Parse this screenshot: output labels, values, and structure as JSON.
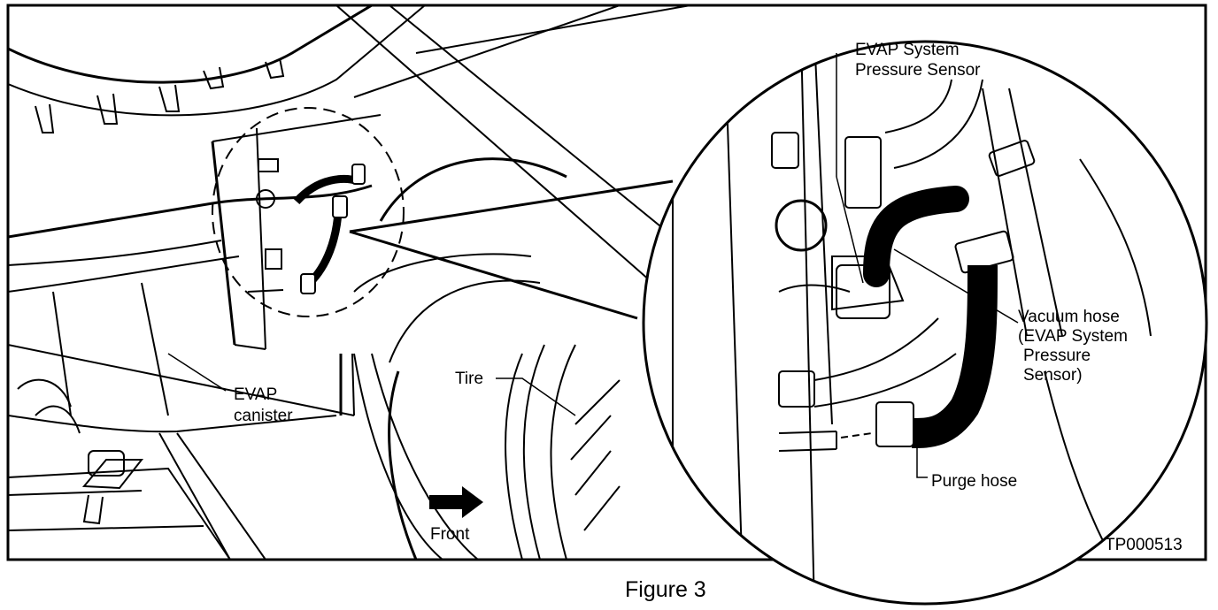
{
  "labels": {
    "evap_sensor_line1": "EVAP System",
    "evap_sensor_line2": "Pressure Sensor",
    "vacuum_line1": "Vacuum hose",
    "vacuum_line2": "(EVAP System",
    "vacuum_line3": "Pressure",
    "vacuum_line4": "Sensor)",
    "evap_canister_line1": "EVAP",
    "evap_canister_line2": "canister",
    "tire": "Tire",
    "purge_hose": "Purge hose",
    "front": "Front",
    "code": "TP000513"
  },
  "caption": "Figure 3",
  "icons": {
    "front_arrow": "right-arrow-icon"
  },
  "colors": {
    "line": "#000000",
    "background": "#ffffff"
  }
}
